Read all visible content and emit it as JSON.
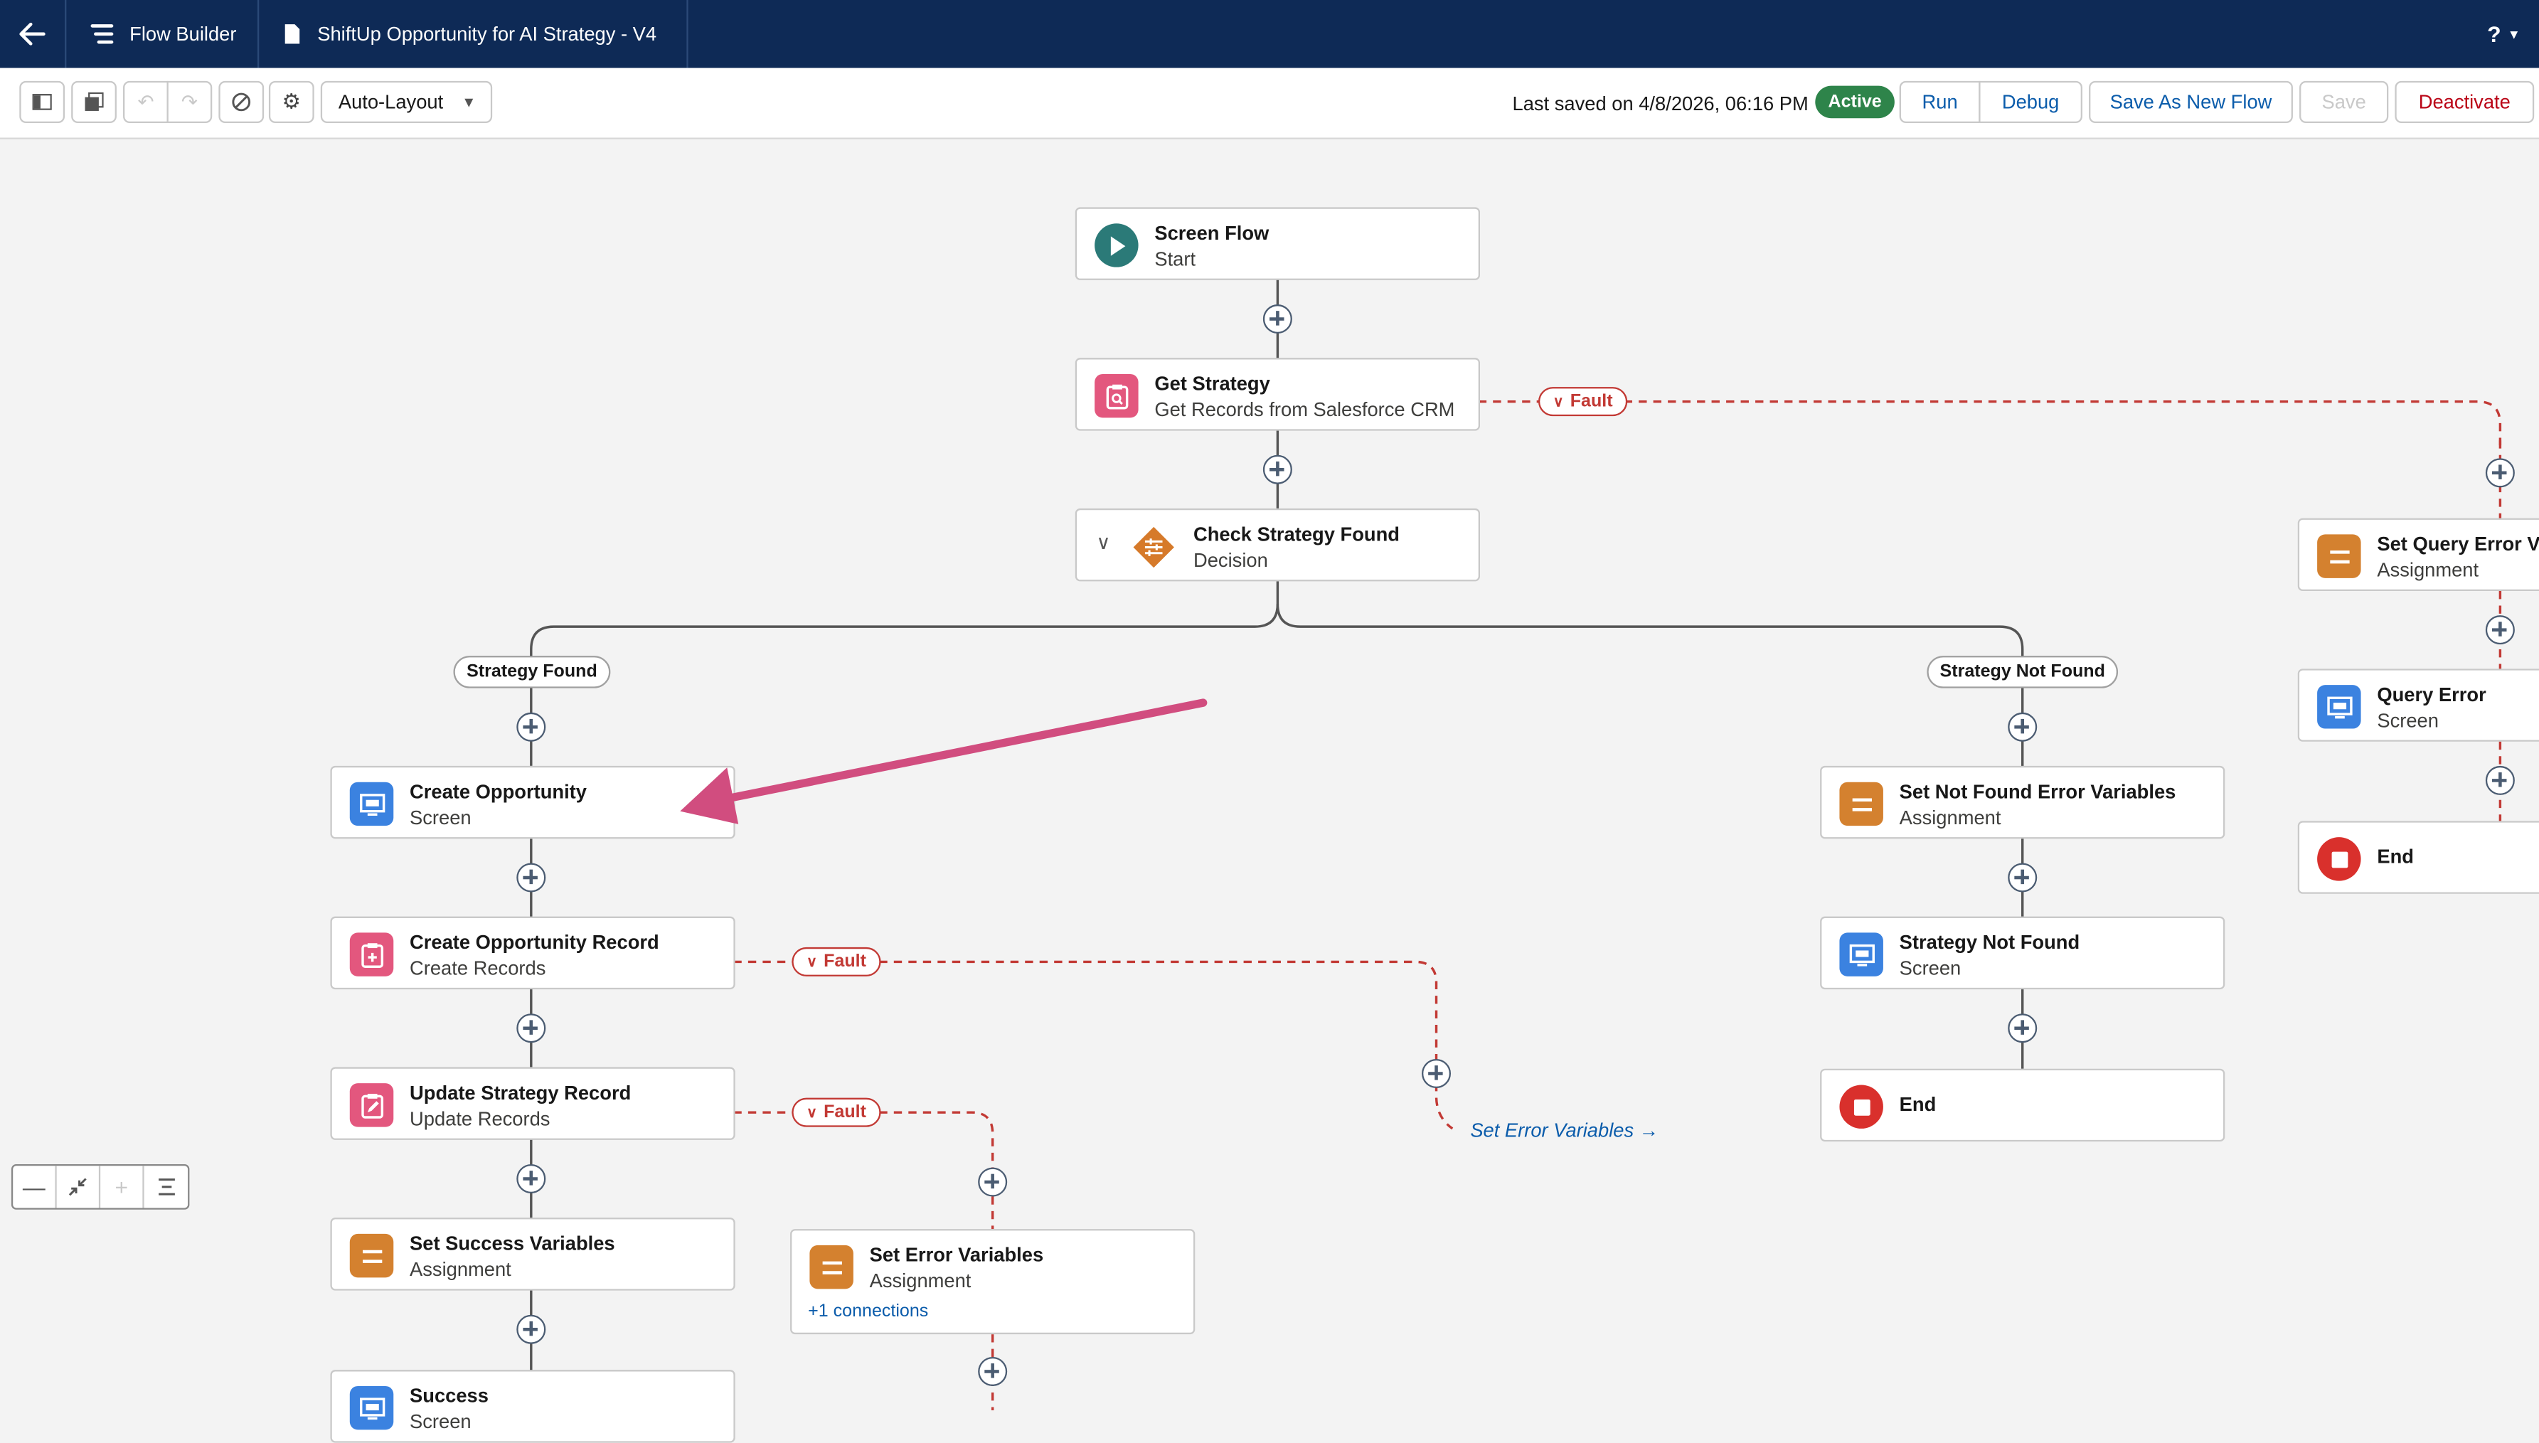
{
  "topbar": {
    "app_name": "Flow Builder",
    "flow_title": "ShiftUp Opportunity for AI Strategy - V4",
    "help_label": "?"
  },
  "toolbar": {
    "layout_select": "Auto-Layout",
    "last_saved": "Last saved on 4/8/2026, 06:16 PM",
    "status_badge": "Active",
    "run_label": "Run",
    "debug_label": "Debug",
    "save_as_new_label": "Save As New Flow",
    "save_label": "Save",
    "deactivate_label": "Deactivate"
  },
  "nodes": {
    "start": {
      "title": "Screen Flow",
      "sub": "Start"
    },
    "get_strategy": {
      "title": "Get Strategy",
      "sub": "Get Records from Salesforce CRM"
    },
    "check_strategy": {
      "title": "Check Strategy Found",
      "sub": "Decision"
    },
    "create_opportunity": {
      "title": "Create Opportunity",
      "sub": "Screen"
    },
    "create_opp_record": {
      "title": "Create Opportunity Record",
      "sub": "Create Records"
    },
    "update_strategy": {
      "title": "Update Strategy Record",
      "sub": "Update Records"
    },
    "set_success": {
      "title": "Set Success Variables",
      "sub": "Assignment"
    },
    "success": {
      "title": "Success",
      "sub": "Screen"
    },
    "set_error": {
      "title": "Set Error Variables",
      "sub": "Assignment",
      "more": "+1 connections"
    },
    "set_not_found": {
      "title": "Set Not Found Error Variables",
      "sub": "Assignment"
    },
    "strategy_not_found": {
      "title": "Strategy Not Found",
      "sub": "Screen"
    },
    "end_right": {
      "title": "End"
    },
    "set_query_error": {
      "title": "Set Query Error Va",
      "sub": "Assignment"
    },
    "query_error": {
      "title": "Query Error",
      "sub": "Screen"
    },
    "end_far": {
      "title": "End"
    }
  },
  "branches": {
    "found": "Strategy Found",
    "not_found": "Strategy Not Found"
  },
  "fault_label": "Fault",
  "goto_link": "Set Error Variables →",
  "colors": {
    "header_bg": "#0e2a56",
    "start_icon": "#2b7a78",
    "record_icon": "#e3577e",
    "decision_icon": "#d67a2a",
    "screen_icon": "#3b82e0",
    "assignment_icon": "#d4812f",
    "end_icon": "#d9302c",
    "fault_color": "#c23934",
    "active_badge": "#2e844a",
    "annotation_arrow": "#d14d7f"
  }
}
